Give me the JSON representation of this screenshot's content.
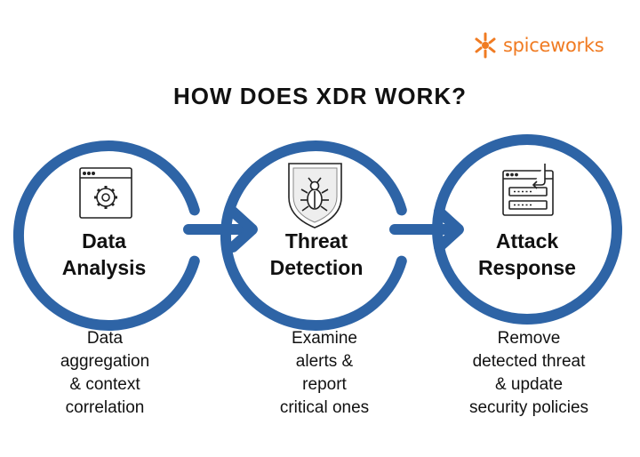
{
  "brand": {
    "name": "spiceworks",
    "color": "#f07b22"
  },
  "title": "HOW DOES XDR WORK?",
  "accent_color": "#2e64a6",
  "stages": [
    {
      "title_line1": "Data",
      "title_line2": "Analysis",
      "icon": "settings-window-icon",
      "desc_lines": [
        "Data",
        "aggregation",
        "& context",
        "correlation"
      ]
    },
    {
      "title_line1": "Threat",
      "title_line2": "Detection",
      "icon": "bug-shield-icon",
      "desc_lines": [
        "Examine",
        "alerts &",
        "report",
        "critical ones"
      ]
    },
    {
      "title_line1": "Attack",
      "title_line2": "Response",
      "icon": "server-response-icon",
      "desc_lines": [
        "Remove",
        "detected threat",
        "& update",
        "security policies"
      ]
    }
  ]
}
